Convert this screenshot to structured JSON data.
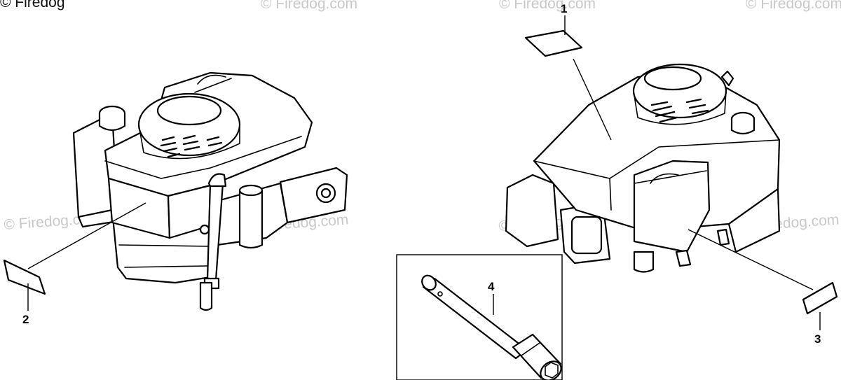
{
  "watermark": {
    "text": "© Firedog.com",
    "corner_text": "© Firedog"
  },
  "callouts": [
    {
      "id": "1",
      "label": "1"
    },
    {
      "id": "2",
      "label": "2"
    },
    {
      "id": "3",
      "label": "3"
    },
    {
      "id": "4",
      "label": "4"
    }
  ],
  "colors": {
    "line": "#000000",
    "background": "#ffffff",
    "watermark": "#c8c8c8"
  }
}
